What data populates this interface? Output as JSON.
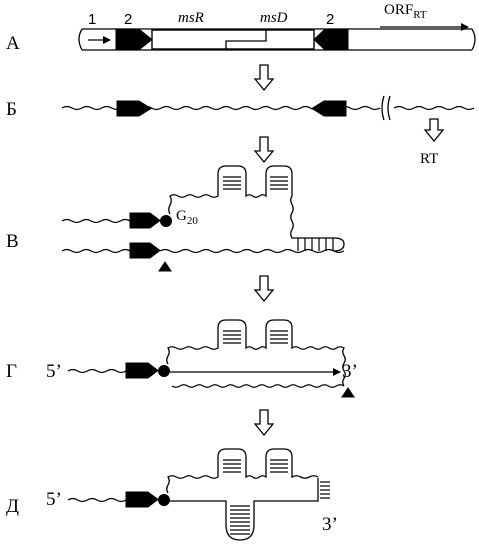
{
  "rows": {
    "a": "А",
    "b": "Б",
    "v": "В",
    "g": "Г",
    "d": "Д"
  },
  "labels": {
    "one": "1",
    "two_left": "2",
    "two_right": "2",
    "msR": "msR",
    "msD": "msD",
    "orf": "ORF",
    "orf_sub": "RT",
    "rt": "RT",
    "g": "G",
    "g_sub": "20",
    "five_prime_g": "5’",
    "three_prime_g": "3’",
    "five_prime_d": "5’",
    "three_prime_d": "3’"
  }
}
